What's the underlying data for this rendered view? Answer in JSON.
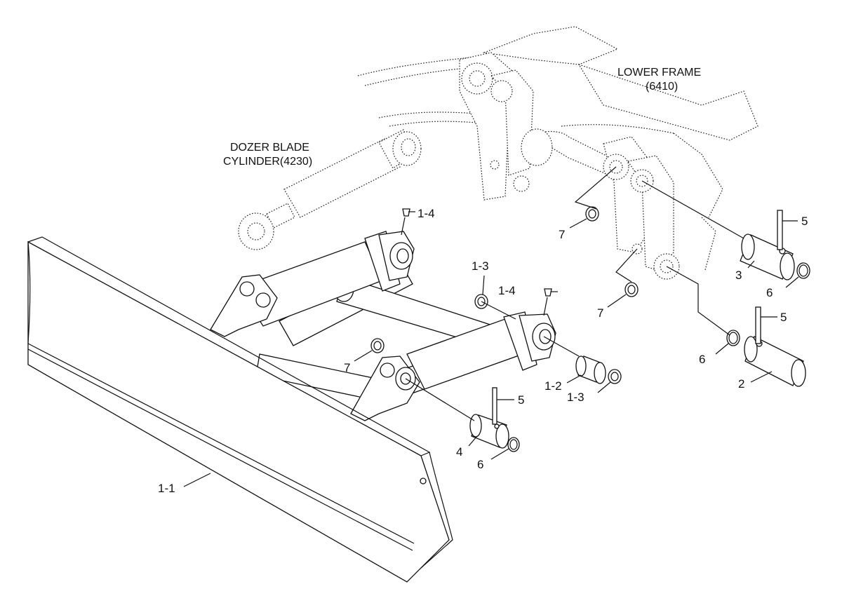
{
  "reference_labels": {
    "lower_frame_name": "LOWER FRAME",
    "lower_frame_code": "(6410)",
    "cylinder_name": "DOZER BLADE",
    "cylinder_code": "CYLINDER(4230)"
  },
  "callouts": [
    {
      "id": "c-1-4-a",
      "text": "1-4"
    },
    {
      "id": "c-1-3-a",
      "text": "1-3"
    },
    {
      "id": "c-1-4-b",
      "text": "1-4"
    },
    {
      "id": "c-7-a",
      "text": "7"
    },
    {
      "id": "c-7-b",
      "text": "7"
    },
    {
      "id": "c-7-c",
      "text": "7"
    },
    {
      "id": "c-5-a",
      "text": "5"
    },
    {
      "id": "c-5-b",
      "text": "5"
    },
    {
      "id": "c-5-c",
      "text": "5"
    },
    {
      "id": "c-3",
      "text": "3"
    },
    {
      "id": "c-6-a",
      "text": "6"
    },
    {
      "id": "c-6-b",
      "text": "6"
    },
    {
      "id": "c-6-c",
      "text": "6"
    },
    {
      "id": "c-2",
      "text": "2"
    },
    {
      "id": "c-1-2",
      "text": "1-2"
    },
    {
      "id": "c-1-3-b",
      "text": "1-3"
    },
    {
      "id": "c-4",
      "text": "4"
    },
    {
      "id": "c-1-1",
      "text": "1-1"
    }
  ]
}
